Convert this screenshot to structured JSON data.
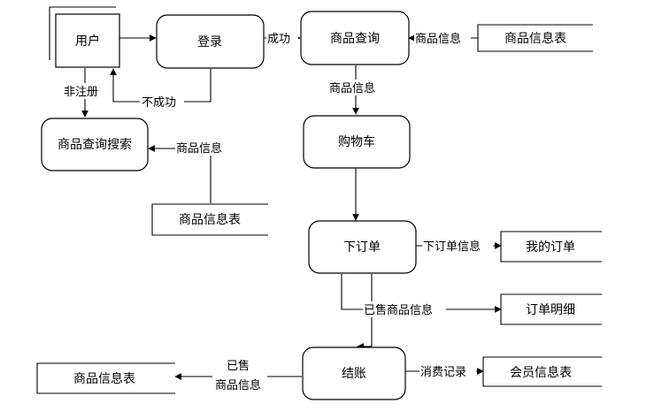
{
  "nodes": {
    "user": "用户",
    "login": "登录",
    "product_query": "商品查询",
    "product_info_table_top": "商品信息表",
    "product_search": "商品查询搜索",
    "product_info_table_left": "商品信息表",
    "shopping_cart": "购物车",
    "place_order": "下订单",
    "my_orders": "我的订单",
    "order_detail": "订单明细",
    "checkout": "结账",
    "product_info_table_bottom": "商品信息表",
    "member_info_table": "会员信息表"
  },
  "flows": {
    "login_success": "成功",
    "login_fail": "不成功",
    "not_registered": "非注册",
    "table_to_query": "商品信息",
    "query_to_cart": "商品信息",
    "table_to_search": "商品信息",
    "order_info": "下订单信息",
    "sold_product_info": "已售商品信息",
    "sold_line1": "已售",
    "sold_line2": "商品信息",
    "consume_record": "消费记录"
  }
}
